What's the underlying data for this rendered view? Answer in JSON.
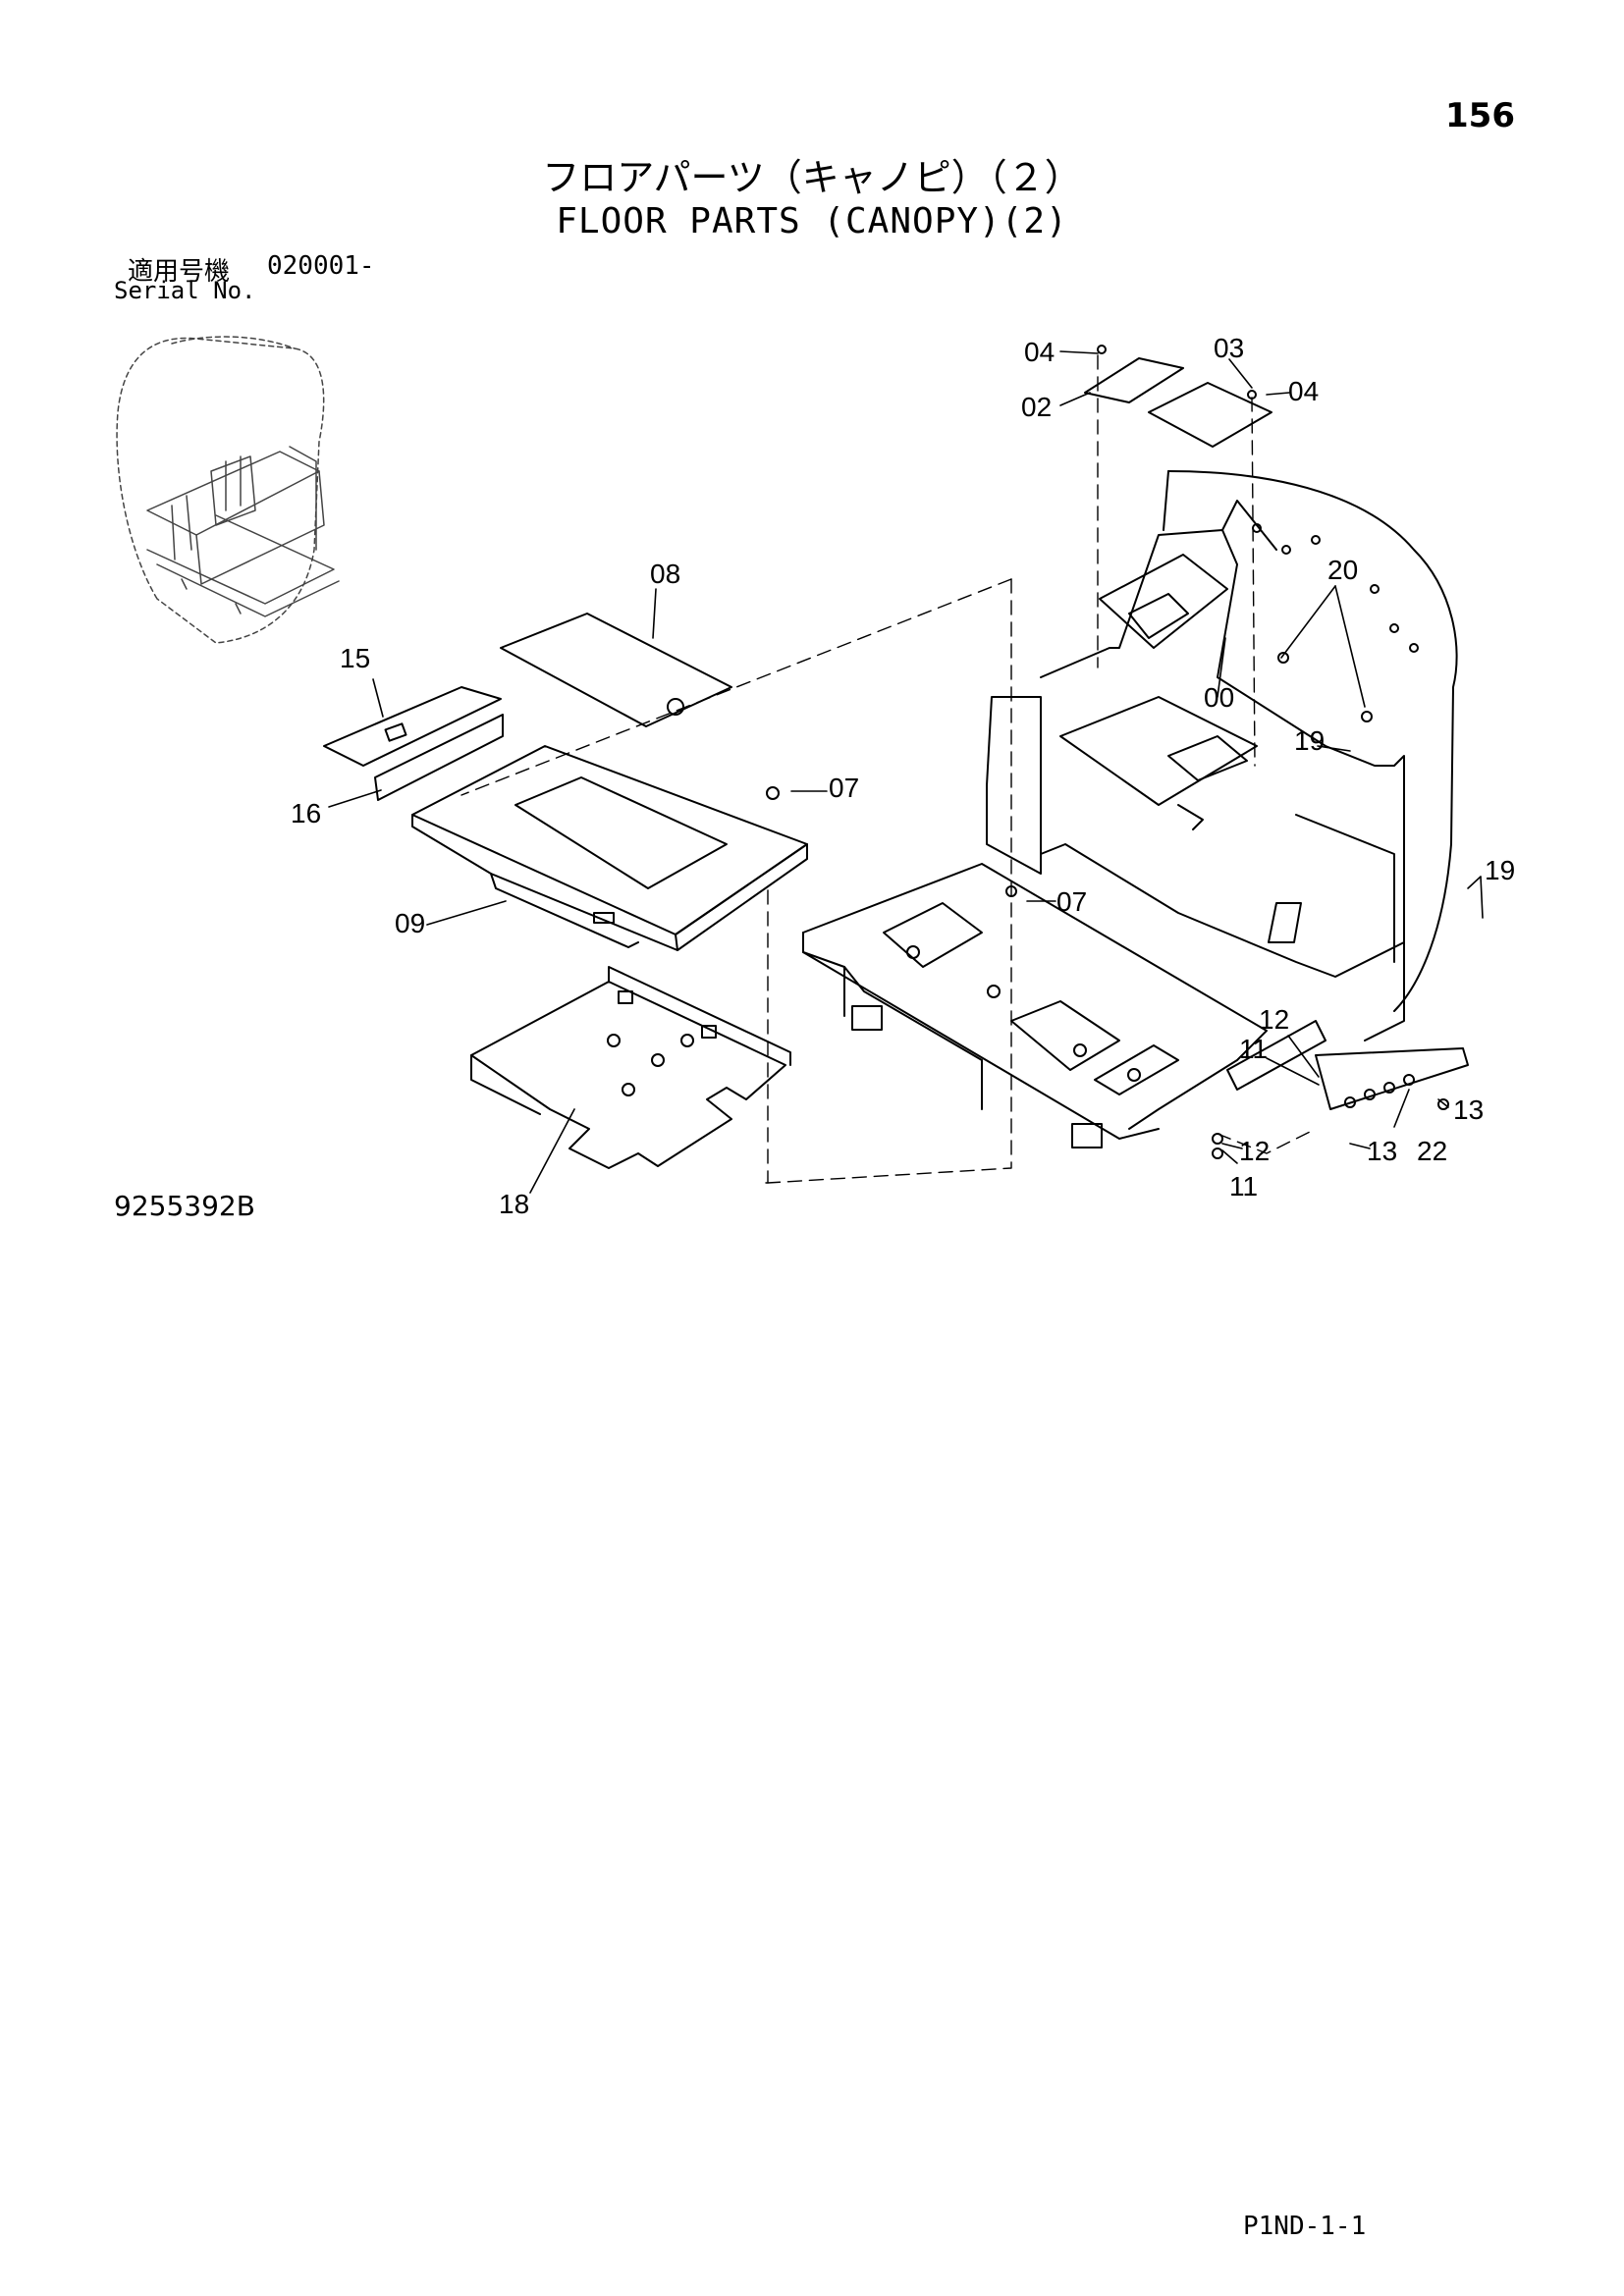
{
  "header": {
    "page_number": "156",
    "title_jp": "フロアパーツ（キャノピ）（２）",
    "title_en": "FLOOR PARTS (CANOPY)(2)",
    "serial_label_jp": "適用号機",
    "serial_value": "020001-",
    "serial_label_en": "Serial No."
  },
  "diagram": {
    "callouts": {
      "c04a": "04",
      "c03": "03",
      "c04b": "04",
      "c02": "02",
      "c08": "08",
      "c20": "20",
      "c15": "15",
      "c00": "00",
      "c19a": "19",
      "c07a": "07",
      "c16": "16",
      "c19b": "19",
      "c07b": "07",
      "c09": "09",
      "c12a": "12",
      "c11a": "11",
      "c13a": "13",
      "c12b": "12",
      "c13b": "13",
      "c22": "22",
      "c11b": "11",
      "c18": "18"
    }
  },
  "footer": {
    "drawing_number": "9255392B",
    "page_code": "P1ND-1-1"
  }
}
